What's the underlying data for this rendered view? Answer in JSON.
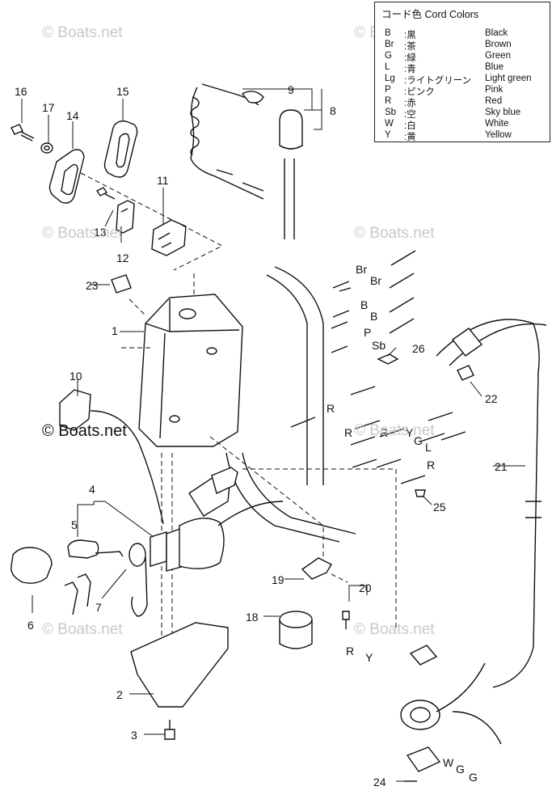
{
  "legend": {
    "title": "コード色 Cord Colors",
    "rows": [
      {
        "code": "B",
        "ja": ":黒",
        "en": "Black"
      },
      {
        "code": "Br",
        "ja": ":茶",
        "en": "Brown"
      },
      {
        "code": "G",
        "ja": ":緑",
        "en": "Green"
      },
      {
        "code": "L",
        "ja": ":青",
        "en": "Blue"
      },
      {
        "code": "Lg",
        "ja": ":ライトグリーン",
        "en": "Light green"
      },
      {
        "code": "P",
        "ja": ":ピンク",
        "en": "Pink"
      },
      {
        "code": "R",
        "ja": ":赤",
        "en": "Red"
      },
      {
        "code": "Sb",
        "ja": ":空",
        "en": "Sky blue"
      },
      {
        "code": "W",
        "ja": ":白",
        "en": "White"
      },
      {
        "code": "Y",
        "ja": ":黄",
        "en": "Yellow"
      }
    ]
  },
  "watermark": "© Boats.net",
  "callouts": {
    "c1": "1",
    "c2": "2",
    "c3": "3",
    "c4": "4",
    "c5": "5",
    "c6": "6",
    "c7": "7",
    "c8": "8",
    "c9": "9",
    "c10": "10",
    "c11": "11",
    "c12": "12",
    "c13": "13",
    "c14": "14",
    "c15": "15",
    "c16": "16",
    "c17": "17",
    "c18": "18",
    "c19": "19",
    "c20": "20",
    "c21": "21",
    "c22": "22",
    "c23": "23",
    "c24": "24",
    "c25": "25",
    "c26": "26"
  },
  "wire_labels": {
    "w_br1": "Br",
    "w_br2": "Br",
    "w_b1": "B",
    "w_b2": "B",
    "w_p": "P",
    "w_sb": "Sb",
    "w_r1": "R",
    "w_r2": "R",
    "w_r3": "R",
    "w_y1": "Y",
    "w_g1": "G",
    "w_l": "L",
    "w_r4": "R",
    "w_r5": "R",
    "w_y2": "Y",
    "w_w": "W",
    "w_g2": "G",
    "w_g3": "G"
  },
  "colors": {
    "line": "#111111",
    "watermark": "#c9c9c9"
  }
}
